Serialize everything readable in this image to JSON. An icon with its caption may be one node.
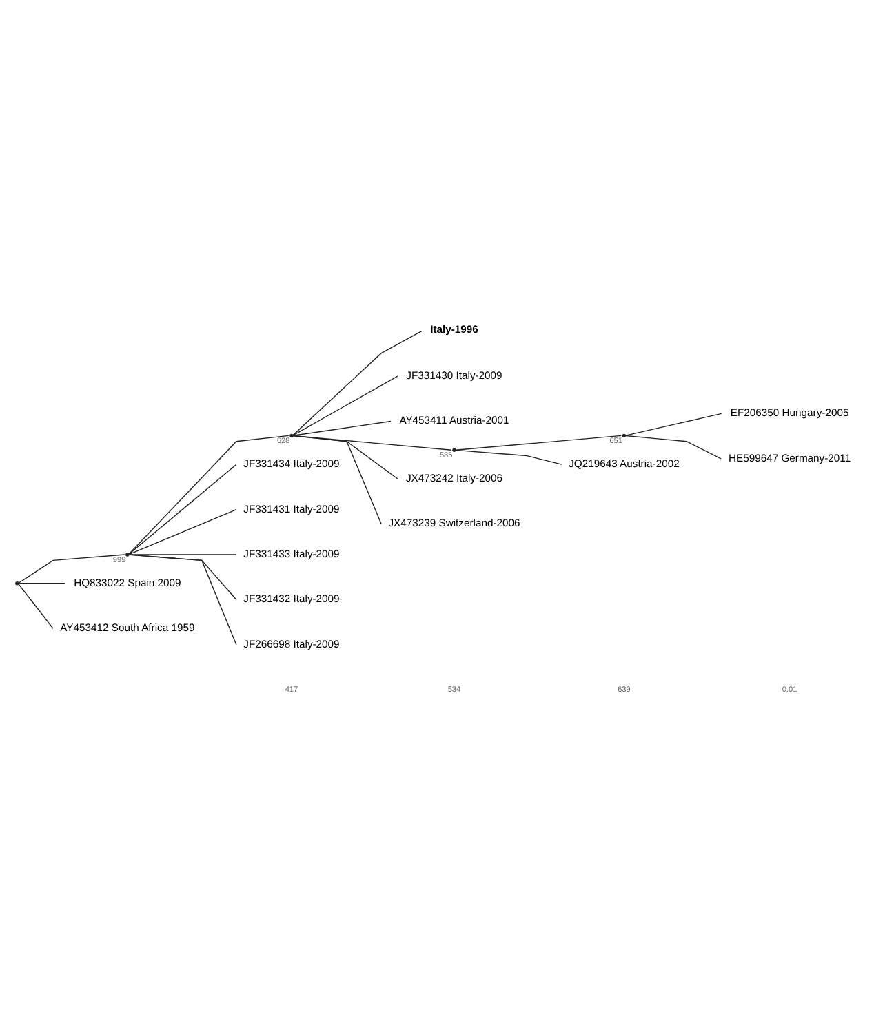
{
  "diagram": {
    "nodes": [
      {
        "text": [],
        "shape": "point"
      },
      {
        "text": [],
        "shape": "point",
        "beside": [
          "999"
        ]
      },
      {
        "text": [],
        "shape": "point",
        "beside": [
          "628"
        ]
      },
      {
        "text": [
          "Italy-1996"
        ]
      },
      {
        "text": [
          "JF331430 Italy-2009"
        ]
      },
      {
        "text": [
          "AY453411 Austria-2001"
        ]
      },
      {
        "text": [],
        "shape": "point",
        "beside": [
          "586"
        ]
      },
      {
        "text": [],
        "shape": "point",
        "beside": [
          "651"
        ]
      },
      {
        "text": [
          "EF206350 Hungary-2005"
        ]
      },
      {
        "text": [
          "HE599647 Germany-2011"
        ]
      },
      {
        "text": [
          "JQ219643 Austria-2002"
        ]
      },
      {
        "text": [
          "JX473242 Italy-2006"
        ]
      },
      {
        "text": [
          "JX473239 Switzerland-2006"
        ]
      },
      {
        "text": [
          "JF331434 Italy-2009"
        ]
      },
      {
        "text": [
          "JF331431 Italy-2009"
        ]
      },
      {
        "text": [
          "JF331433 Italy-2009"
        ]
      },
      {
        "text": [
          "JF331432 Italy-2009"
        ]
      },
      {
        "text": [
          "JF266698 Italy-2009"
        ]
      },
      {
        "text": [
          "HQ833022 Spain 2009"
        ]
      },
      {
        "text": [
          "AY453412 South Africa 1959"
        ]
      }
    ],
    "edges": [
      {
        "from": 0,
        "to": 1,
        "arrow": "none"
      },
      {
        "from": 0,
        "to": 18,
        "arrow": "none"
      },
      {
        "from": 0,
        "to": 19,
        "arrow": "none"
      },
      {
        "from": 1,
        "to": 2,
        "arrow": "none"
      },
      {
        "from": 1,
        "to": 13,
        "arrow": "none"
      },
      {
        "from": 1,
        "to": 14,
        "arrow": "none"
      },
      {
        "from": 1,
        "to": 15,
        "arrow": "none"
      },
      {
        "from": 1,
        "to": 16,
        "arrow": "none"
      },
      {
        "from": 1,
        "to": 17,
        "arrow": "none"
      },
      {
        "from": 2,
        "to": 3,
        "arrow": "none"
      },
      {
        "from": 2,
        "to": 4,
        "arrow": "none"
      },
      {
        "from": 2,
        "to": 5,
        "arrow": "none"
      },
      {
        "from": 2,
        "to": 6,
        "arrow": "none"
      },
      {
        "from": 2,
        "to": 11,
        "arrow": "none"
      },
      {
        "from": 2,
        "to": 12,
        "arrow": "none"
      },
      {
        "from": 6,
        "to": 7,
        "arrow": "none"
      },
      {
        "from": 6,
        "to": 10,
        "arrow": "none"
      },
      {
        "from": 7,
        "to": 8,
        "arrow": "none"
      },
      {
        "from": 7,
        "to": 9,
        "arrow": "none"
      }
    ],
    "labels": [
      "417",
      "534",
      "639",
      "0.01"
    ]
  }
}
